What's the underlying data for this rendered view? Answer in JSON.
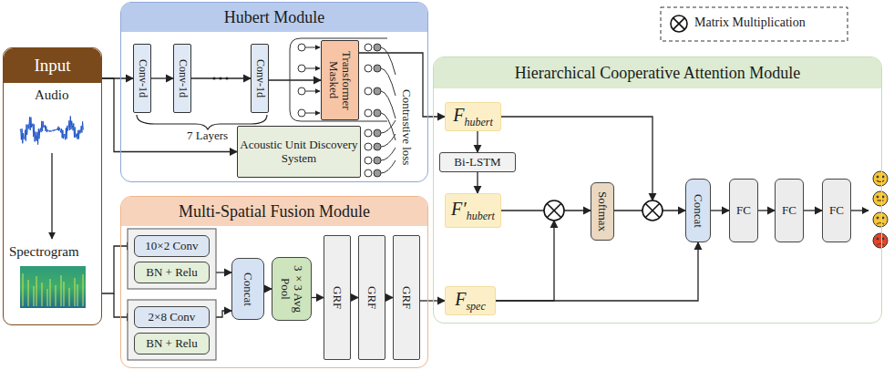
{
  "diagram": {
    "nodes": [
      {
        "text": [
          "Input"
        ]
      },
      {
        "text": [
          "Hubert Module"
        ]
      },
      {
        "text": [
          "Conv-1d"
        ],
        "in": 1
      },
      {
        "text": [
          "Conv-1d"
        ],
        "in": 1
      },
      {
        "text": [
          "Conv-1d"
        ],
        "in": 1
      },
      {
        "text": [
          "Transformer Masked"
        ],
        "in": 1
      },
      {
        "text": [
          "Acoustic Unit Discovery System"
        ],
        "in": 1
      },
      {
        "text": [
          "Multi-Spatial Fusion Module"
        ]
      },
      {
        "text": [
          "10×2 Conv"
        ],
        "in": 7
      },
      {
        "text": [
          "BN + Relu"
        ],
        "in": 7
      },
      {
        "text": [
          "2×8 Conv"
        ],
        "in": 7
      },
      {
        "text": [
          "BN + Relu"
        ],
        "in": 7
      },
      {
        "text": [
          "Concat"
        ],
        "in": 7
      },
      {
        "text": [
          "3×3 Avg Pool"
        ],
        "in": 7
      },
      {
        "text": [
          "GRF"
        ],
        "in": 7
      },
      {
        "text": [
          "GRF"
        ],
        "in": 7
      },
      {
        "text": [
          "GRF"
        ],
        "in": 7
      },
      {
        "text": [
          "Hierarchical Cooperative Attention Module"
        ]
      },
      {
        "text": [
          "F",
          "hubert"
        ],
        "in": 17
      },
      {
        "text": [
          "Bi-LSTM"
        ],
        "in": 17
      },
      {
        "text": [
          "F′",
          "hubert"
        ],
        "in": 17
      },
      {
        "text": [
          "F",
          "spec"
        ],
        "in": 17
      },
      {
        "text": [
          "Softmax"
        ],
        "in": 17
      },
      {
        "text": [
          "Concat"
        ],
        "in": 17
      },
      {
        "text": [
          "FC"
        ],
        "in": 17
      },
      {
        "text": [
          "FC"
        ],
        "in": 17
      },
      {
        "text": [
          "FC"
        ],
        "in": 17
      }
    ],
    "edges": [
      {
        "from": 0,
        "to": 2,
        "arrow": "to"
      },
      {
        "from": 0,
        "to": 6,
        "arrow": "to"
      },
      {
        "from": 0,
        "to": 8,
        "arrow": "to"
      },
      {
        "from": 0,
        "to": 10,
        "arrow": "to"
      },
      {
        "from": 2,
        "to": 3,
        "arrow": "to"
      },
      {
        "from": 3,
        "to": 4,
        "arrow": "to"
      },
      {
        "from": 4,
        "to": 5,
        "arrow": "to"
      },
      {
        "from": 5,
        "to": 18,
        "arrow": "to"
      },
      {
        "from": 9,
        "to": 12,
        "arrow": "to"
      },
      {
        "from": 10,
        "to": 12,
        "arrow": "to"
      },
      {
        "from": 12,
        "to": 13,
        "arrow": "to"
      },
      {
        "from": 13,
        "to": 14,
        "arrow": "to"
      },
      {
        "from": 14,
        "to": 15,
        "arrow": "to"
      },
      {
        "from": 15,
        "to": 16,
        "arrow": "to"
      },
      {
        "from": 16,
        "to": 21,
        "arrow": "to"
      },
      {
        "from": 18,
        "to": 19,
        "arrow": "to"
      },
      {
        "from": 19,
        "to": 20,
        "arrow": "to"
      },
      {
        "from": 20,
        "to": 22,
        "arrow": "to"
      },
      {
        "from": 21,
        "to": 22,
        "arrow": "to"
      },
      {
        "from": 22,
        "to": 23,
        "arrow": "to"
      },
      {
        "from": 18,
        "to": 23,
        "arrow": "to"
      },
      {
        "from": 21,
        "to": 23,
        "arrow": "to"
      },
      {
        "from": 23,
        "to": 24,
        "arrow": "to"
      },
      {
        "from": 24,
        "to": 25,
        "arrow": "to"
      },
      {
        "from": 25,
        "to": 26,
        "arrow": "to"
      }
    ],
    "labels": [
      "Audio",
      "Spectrogram",
      "7 Layers",
      "Contrastive loss"
    ],
    "legend": [
      {
        "text": "Matrix Multiplication"
      }
    ]
  }
}
